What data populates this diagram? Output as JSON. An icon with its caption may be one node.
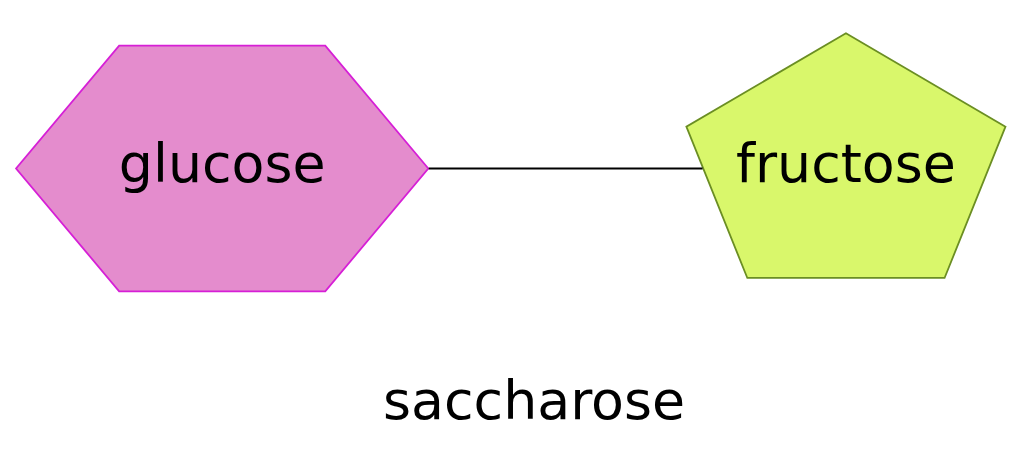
{
  "diagram": {
    "nodes": [
      {
        "text": [
          "glucose"
        ]
      },
      {
        "text": [
          "fructose"
        ]
      }
    ],
    "edges": [
      {
        "from": 0,
        "to": 1,
        "arrow": "none"
      }
    ],
    "labels": [
      "saccharose"
    ]
  }
}
